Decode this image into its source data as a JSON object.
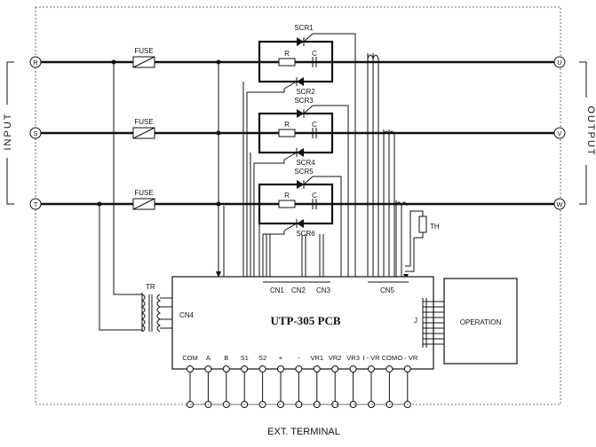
{
  "phases": {
    "inputs": [
      "R",
      "S",
      "T"
    ],
    "outputs": [
      "U",
      "V",
      "W"
    ]
  },
  "side_labels": {
    "input": "INPUT",
    "output": "OUTPUT"
  },
  "fuse_label": "FUSE",
  "scr_labels": [
    "SCR1",
    "SCR2",
    "SCR3",
    "SCR4",
    "SCR5",
    "SCR6"
  ],
  "snubber": {
    "resistor": "R",
    "capacitor": "C"
  },
  "transformer_label": "TR",
  "thermistor_label": "TH",
  "pcb": {
    "title": "UTP-305  PCB",
    "connectors": {
      "cn1": "CN1",
      "cn2": "CN2",
      "cn3": "CN3",
      "cn4": "CN4",
      "cn5": "CN5",
      "j_left": "J",
      "j_right": "J"
    },
    "terminals": [
      "COM",
      "A",
      "B",
      "S1",
      "S2",
      "+",
      "-",
      "VR1",
      "VR2",
      "VR3",
      "I - VR",
      "COM",
      "O - VR"
    ]
  },
  "operation_label": "OPERATION",
  "ext_terminal_label": "EXT. TERMINAL"
}
